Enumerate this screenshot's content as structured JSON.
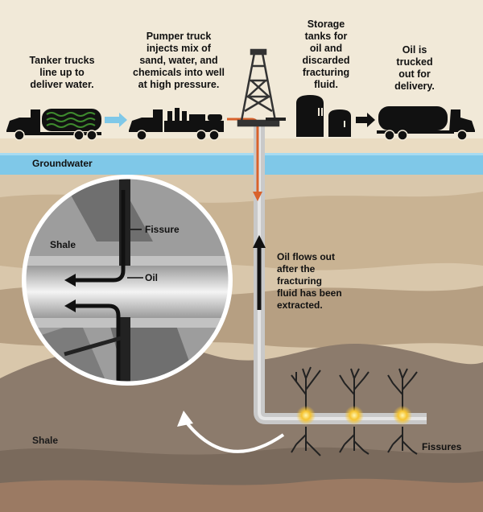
{
  "steps": {
    "tanker": "Tanker trucks\nline up to\ndeliver water.",
    "pumper": "Pumper truck\ninjects mix of\nsand, water, and\nchemicals into well\nat high pressure.",
    "storage": "Storage\ntanks for\noil and\ndiscarded\nfracturing\nfluid.",
    "delivery": "Oil is\ntrucked\nout for\ndelivery."
  },
  "labels": {
    "groundwater": "Groundwater",
    "shale_inset": "Shale",
    "fissure": "Fissure",
    "oil": "Oil",
    "oil_flows": "Oil flows out\nafter the\nfracturing\nfluid has been\nextracted.",
    "shale_bottom": "Shale",
    "fissures": "Fissures"
  },
  "colors": {
    "sky": "#f1e9d8",
    "groundwater": "#7fc8e8",
    "shale": "#8c7b6c",
    "pipe": "#c9c9c9",
    "fluid_arrow": "#d9622b",
    "flare": "#f6c431"
  }
}
